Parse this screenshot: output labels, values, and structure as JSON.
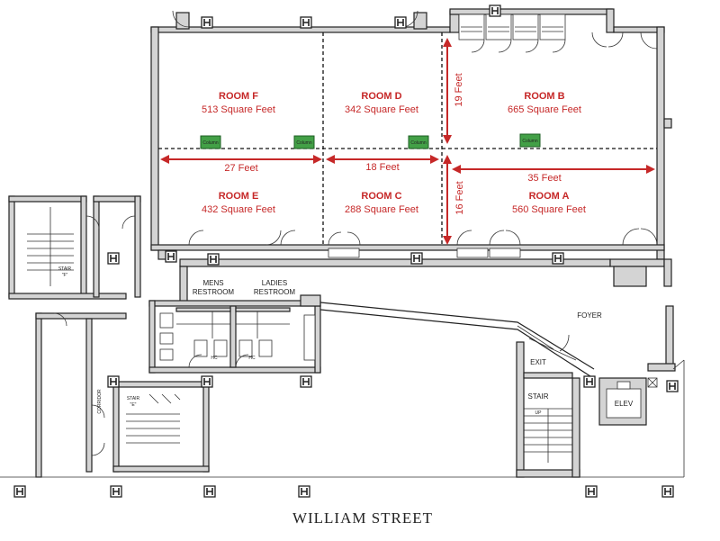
{
  "rooms": [
    {
      "id": "F",
      "name": "ROOM F",
      "area": "513 Square Feet"
    },
    {
      "id": "D",
      "name": "ROOM D",
      "area": "342 Square Feet"
    },
    {
      "id": "B",
      "name": "ROOM B",
      "area": "665 Square Feet"
    },
    {
      "id": "E",
      "name": "ROOM E",
      "area": "432 Square Feet"
    },
    {
      "id": "C",
      "name": "ROOM C",
      "area": "288 Square Feet"
    },
    {
      "id": "A",
      "name": "ROOM A",
      "area": "560 Square Feet"
    }
  ],
  "dimensions": {
    "f_e_width": "27 Feet",
    "d_c_width": "18 Feet",
    "b_a_width": "35 Feet",
    "b_depth": "19 Feet",
    "a_depth": "16 Feet"
  },
  "column_label": "Column",
  "labels": {
    "mens_1": "MENS",
    "mens_2": "RESTROOM",
    "ladies_1": "LADIES",
    "ladies_2": "RESTROOM",
    "foyer": "FOYER",
    "exit": "EXIT",
    "stair": "STAIR",
    "elev": "ELEV",
    "stair_f_1": "STAIR",
    "stair_f_2": "\"F\"",
    "stair_e_1": "STAIR",
    "stair_e_2": "\"E\"",
    "corridor": "CORRIDOR",
    "hc": "HC",
    "up": "UP"
  },
  "street": "WILLIAM STREET"
}
